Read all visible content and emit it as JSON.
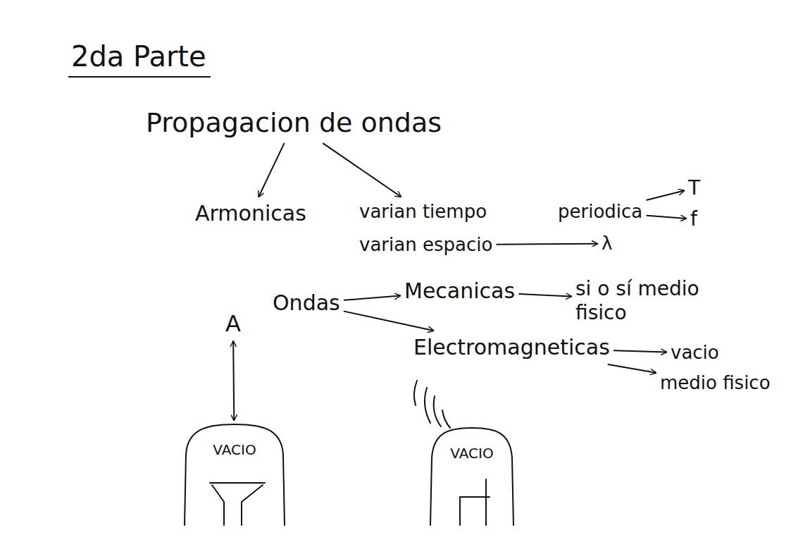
{
  "diagram": {
    "title": "2da Parte",
    "nodes": [
      {
        "text": [
          "Propagacion de ondas"
        ]
      },
      {
        "text": [
          "Armonicas"
        ]
      },
      {
        "text": [
          "varian tiempo"
        ]
      },
      {
        "text": [
          "periodica"
        ]
      },
      {
        "text": [
          "T"
        ]
      },
      {
        "text": [
          "f"
        ]
      },
      {
        "text": [
          "varian espacio"
        ]
      },
      {
        "text": [
          "λ"
        ]
      },
      {
        "text": [
          "Ondas"
        ]
      },
      {
        "text": [
          "Mecanicas"
        ]
      },
      {
        "text": [
          "si o sí medio fisico"
        ]
      },
      {
        "text": [
          "Electromagneticas"
        ]
      },
      {
        "text": [
          "vacio"
        ]
      },
      {
        "text": [
          "medio fisico"
        ]
      },
      {
        "text": [
          "A"
        ]
      },
      {
        "text": [
          "VACIO"
        ]
      },
      {
        "text": [
          "VACIO"
        ]
      }
    ],
    "edges": [
      {
        "from": 0,
        "to": 1,
        "arrow": "to"
      },
      {
        "from": 0,
        "to": 2,
        "arrow": "to"
      },
      {
        "from": 3,
        "to": 4,
        "arrow": "to"
      },
      {
        "from": 3,
        "to": 5,
        "arrow": "to"
      },
      {
        "from": 6,
        "to": 7,
        "arrow": "to"
      },
      {
        "from": 8,
        "to": 9,
        "arrow": "to"
      },
      {
        "from": 9,
        "to": 10,
        "arrow": "to"
      },
      {
        "from": 8,
        "to": 11,
        "arrow": "to"
      },
      {
        "from": 11,
        "to": 12,
        "arrow": "to"
      },
      {
        "from": 11,
        "to": 13,
        "arrow": "to"
      },
      {
        "from": 14,
        "to": 15,
        "arrow": "both"
      }
    ]
  }
}
